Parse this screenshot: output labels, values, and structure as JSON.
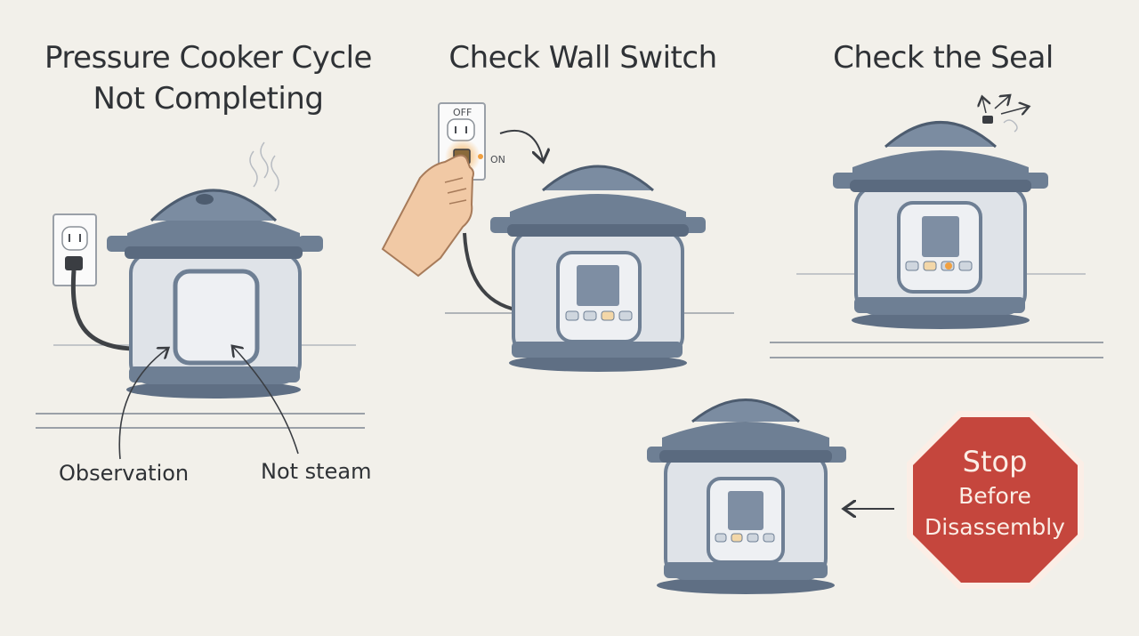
{
  "panels": {
    "problem": {
      "title_line1": "Pressure Cooker Cycle",
      "title_line2": "Not Completing",
      "callout_left": "Observation",
      "callout_right": "Not steam"
    },
    "wall_switch": {
      "title": "Check Wall Switch",
      "switch_off_label": "OFF",
      "switch_on_label": "ON"
    },
    "seal": {
      "title": "Check the Seal"
    },
    "stop": {
      "sign_line1": "Stop",
      "sign_line2": "Before",
      "sign_line3": "Disassembly"
    }
  },
  "colors": {
    "background": "#f2f0ea",
    "cooker_lid": "#6e7f94",
    "cooker_body": "#dfe3e8",
    "stop_sign": "#c5463d",
    "highlight": "#f0a040"
  }
}
